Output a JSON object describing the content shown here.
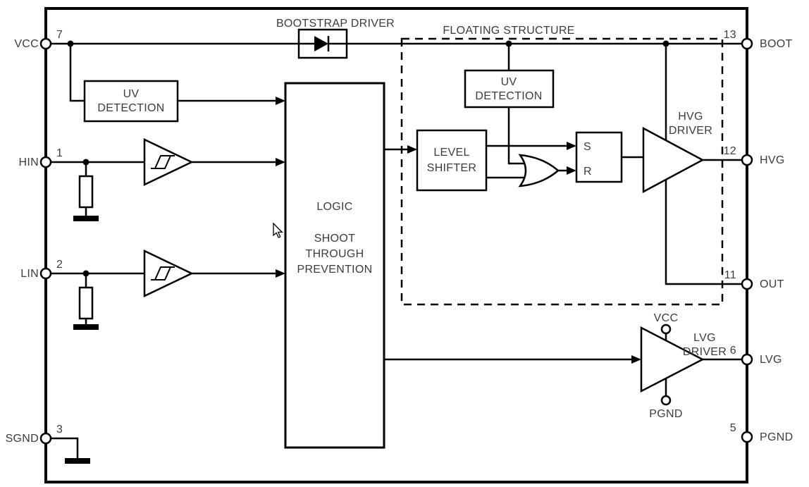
{
  "colors": {
    "line": "#000000",
    "text": "#3c3c3c",
    "background": "#ffffff"
  },
  "pins": {
    "left": [
      {
        "label": "VCC",
        "number": "7"
      },
      {
        "label": "HIN",
        "number": "1"
      },
      {
        "label": "LIN",
        "number": "2"
      },
      {
        "label": "SGND",
        "number": "3"
      }
    ],
    "right": [
      {
        "label": "BOOT",
        "number": "13"
      },
      {
        "label": "HVG",
        "number": "12"
      },
      {
        "label": "OUT",
        "number": "11"
      },
      {
        "label": "LVG",
        "number": "6"
      },
      {
        "label": "PGND",
        "number": "5"
      }
    ]
  },
  "labels": {
    "bootstrap_driver": "BOOTSTRAP DRIVER",
    "floating_structure": "FLOATING STRUCTURE",
    "uv_detection_left": [
      "UV",
      "DETECTION"
    ],
    "uv_detection_floating": [
      "UV",
      "DETECTION"
    ],
    "logic_title": "LOGIC",
    "logic_subtitle": [
      "SHOOT",
      "THROUGH",
      "PREVENTION"
    ],
    "level_shifter": [
      "LEVEL",
      "SHIFTER"
    ],
    "sr_latch": {
      "s": "S",
      "r": "R"
    },
    "hvg_driver": [
      "HVG",
      "DRIVER"
    ],
    "lvg_driver": [
      "LVG",
      "DRIVER"
    ],
    "lvg_supply": "VCC",
    "lvg_ground": "PGND"
  }
}
